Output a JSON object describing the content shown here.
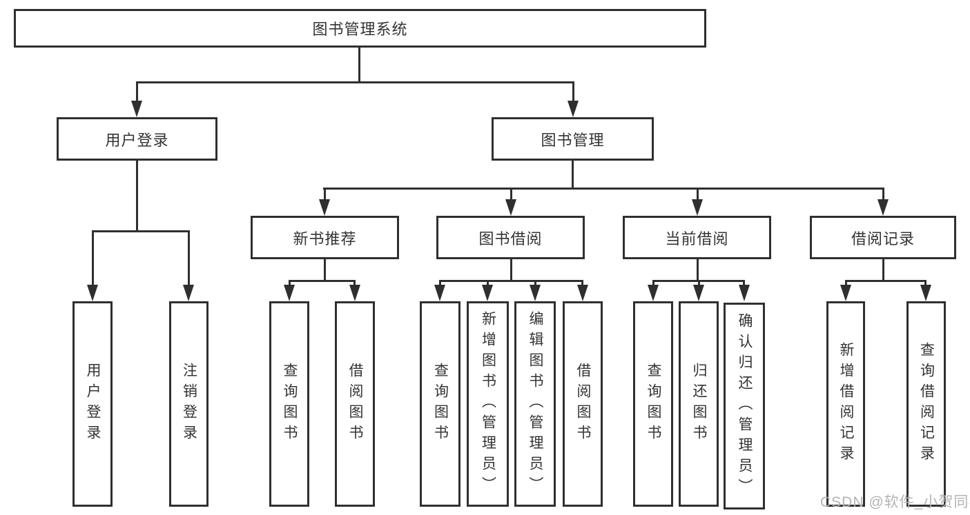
{
  "tree": {
    "label": "图书管理系统",
    "children": [
      {
        "label": "用户登录",
        "children": [
          {
            "label": "用户登录"
          },
          {
            "label": "注销登录"
          }
        ]
      },
      {
        "label": "图书管理",
        "children": [
          {
            "label": "新书推荐",
            "children": [
              {
                "label": "查询图书"
              },
              {
                "label": "借阅图书"
              }
            ]
          },
          {
            "label": "图书借阅",
            "children": [
              {
                "label": "查询图书"
              },
              {
                "label": "新增图书（管理员）"
              },
              {
                "label": "编辑图书（管理员）"
              },
              {
                "label": "借阅图书"
              }
            ]
          },
          {
            "label": "当前借阅",
            "children": [
              {
                "label": "查询图书"
              },
              {
                "label": "归还图书"
              },
              {
                "label": "确认归还（管理员）"
              }
            ]
          },
          {
            "label": "借阅记录",
            "children": [
              {
                "label": "新增借阅记录"
              },
              {
                "label": "查询借阅记录"
              }
            ]
          }
        ]
      }
    ]
  },
  "watermark": {
    "text": "CSDN @软件_小贺同学"
  },
  "colors": {
    "line": "#2f2f2f",
    "text": "#333333",
    "watermark": "#b5b2b2",
    "background": "#ffffff"
  }
}
